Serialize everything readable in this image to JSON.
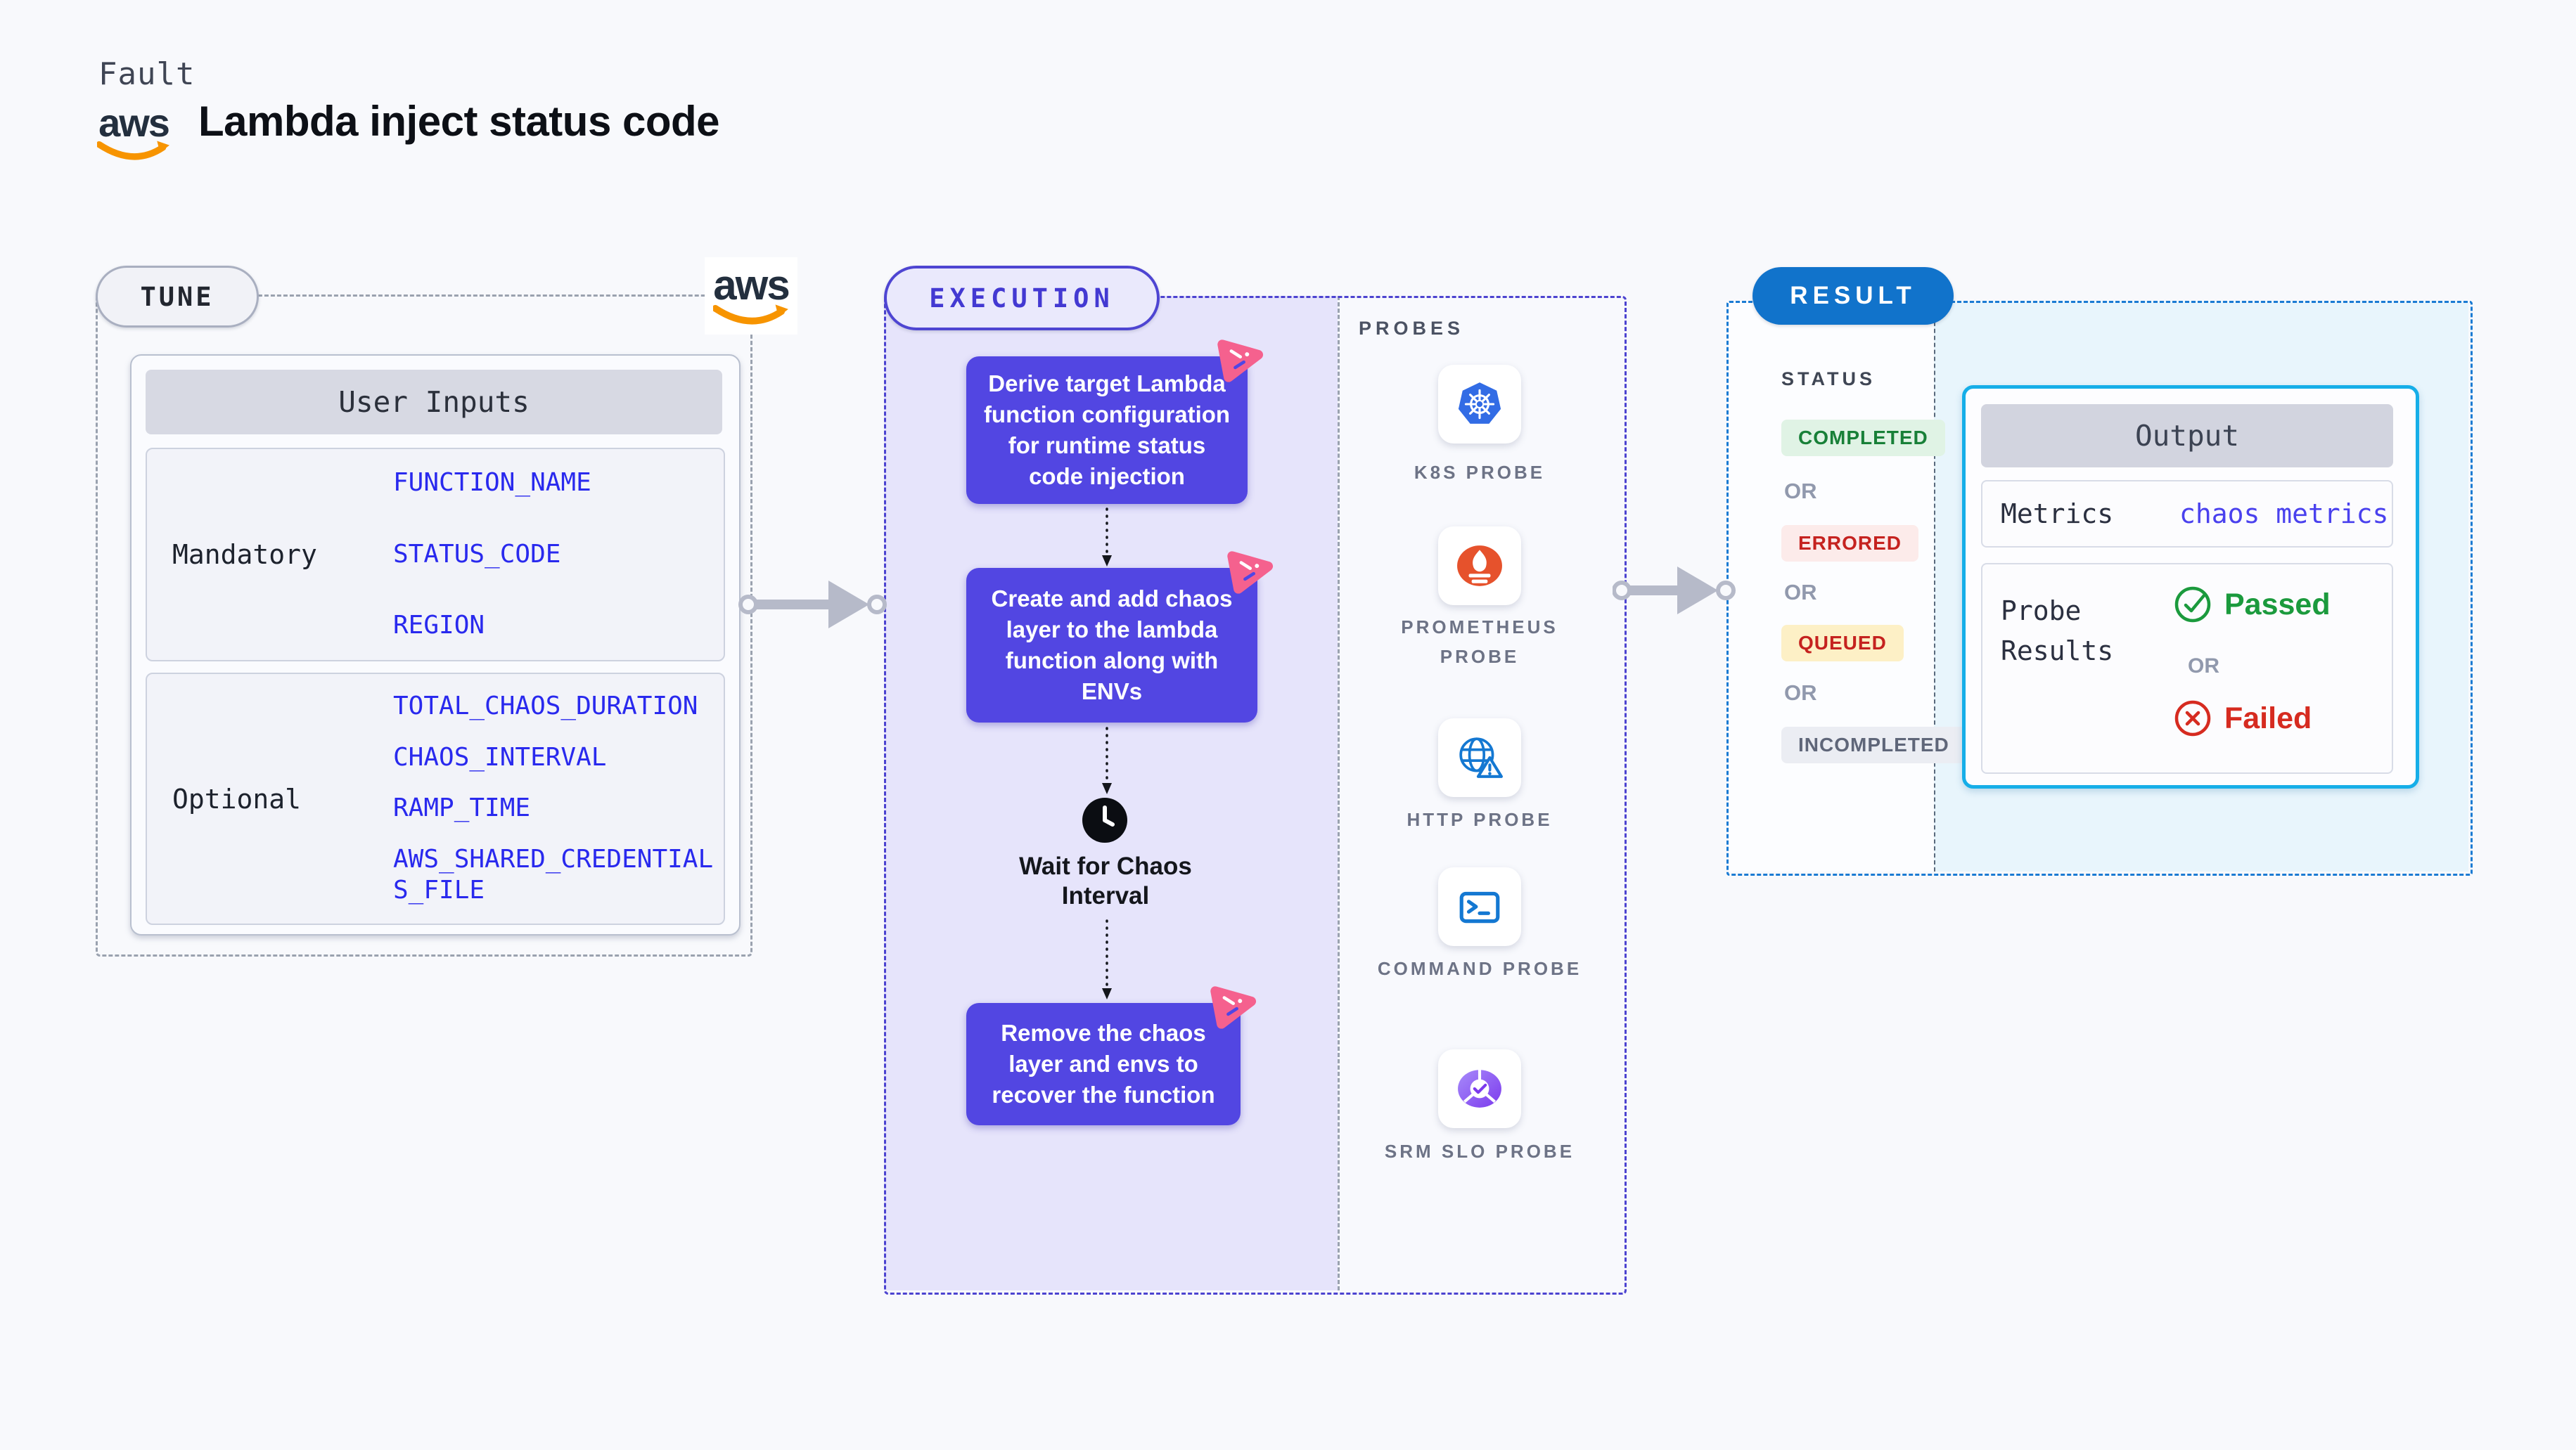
{
  "header": {
    "kicker": "Fault",
    "title": "Lambda inject status code",
    "aws_logo_text": "aws"
  },
  "tune": {
    "badge": "TUNE",
    "table_title": "User Inputs",
    "rows": [
      {
        "label": "Mandatory",
        "fields": [
          "FUNCTION_NAME",
          "STATUS_CODE",
          "REGION"
        ]
      },
      {
        "label": "Optional",
        "fields": [
          "TOTAL_CHAOS_DURATION",
          "CHAOS_INTERVAL",
          "RAMP_TIME",
          "AWS_SHARED_CREDENTIALS_FILE"
        ]
      }
    ]
  },
  "execution": {
    "badge": "EXECUTION",
    "steps": [
      "Derive target Lambda function configuration for runtime status code injection",
      "Create and add chaos layer to the lambda function along with ENVs",
      "Remove the chaos layer and envs to recover the function"
    ],
    "wait_label": "Wait for Chaos Interval",
    "probes": {
      "title": "PROBES",
      "items": [
        {
          "label": "K8S PROBE",
          "icon": "k8s-icon"
        },
        {
          "label": "PROMETHEUS PROBE",
          "icon": "prometheus-icon"
        },
        {
          "label": "HTTP PROBE",
          "icon": "http-icon"
        },
        {
          "label": "COMMAND PROBE",
          "icon": "command-icon"
        },
        {
          "label": "SRM SLO PROBE",
          "icon": "srm-slo-icon"
        }
      ]
    }
  },
  "result": {
    "badge": "RESULT",
    "status_title": "STATUS",
    "or_label": "OR",
    "statuses": [
      {
        "label": "COMPLETED",
        "fg": "#188038",
        "bg": "#e0f3e5"
      },
      {
        "label": "ERRORED",
        "fg": "#c5221f",
        "bg": "#fcebea"
      },
      {
        "label": "QUEUED",
        "fg": "#c5221f",
        "bg": "#fdf0c6"
      },
      {
        "label": "INCOMPLETED",
        "fg": "#5f6679",
        "bg": "#ebedf3"
      }
    ],
    "output": {
      "title": "Output",
      "metrics_label": "Metrics",
      "metrics_value": "chaos metrics",
      "probe_results_label": "Probe Results",
      "passed_label": "Passed",
      "failed_label": "Failed"
    }
  },
  "colors": {
    "page_bg": "#f8f9fc",
    "tune_dash": "#9aa2af",
    "execution_dash": "#4c43d0",
    "execution_panel": "#e6e4fb",
    "step_box": "#5246e2",
    "litmus_pink": "#f5618e",
    "result_dash": "#1b7bd3",
    "result_pill": "#1173cb",
    "output_panel": "#e8f5fc",
    "output_border": "#16aee8",
    "field_blue": "#2929ee",
    "metrics_link": "#4a41ee",
    "passed_green": "#1b9a3d",
    "failed_red": "#d62b20",
    "aws_orange": "#f79400",
    "k8s_blue": "#326ce5",
    "prometheus_orange": "#e6522c",
    "http_blue": "#1478d2",
    "srm_purple": "#7c3aed",
    "arrow_gray": "#b6bac9"
  }
}
